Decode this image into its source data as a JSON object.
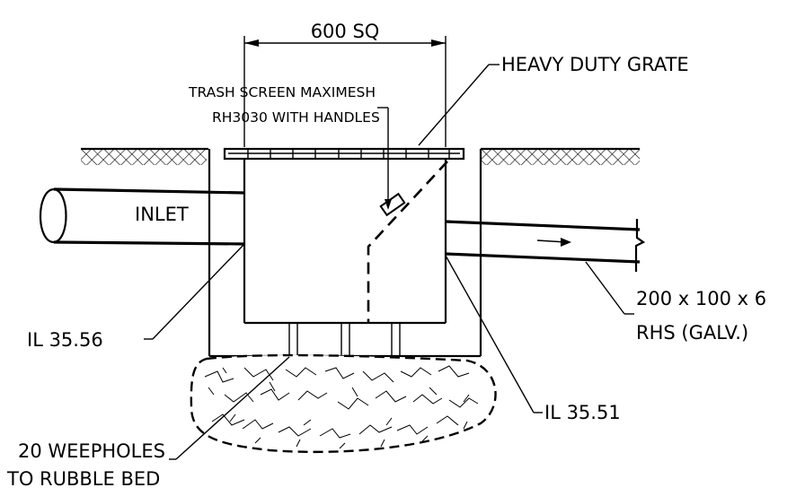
{
  "labels": {
    "dimension": "600 SQ",
    "grate": "HEAVY DUTY GRATE",
    "trash_screen_line1": "TRASH SCREEN MAXIMESH",
    "trash_screen_line2": "RH3030 WITH HANDLES",
    "inlet": "INLET",
    "il_inlet": "IL 35.56",
    "il_outlet": "IL 35.51",
    "outlet_line1": "200 x 100 x 6",
    "outlet_line2": "RHS (GALV.)",
    "weepholes_line1": "20 WEEPHOLES",
    "weepholes_line2": "TO RUBBLE BED"
  }
}
